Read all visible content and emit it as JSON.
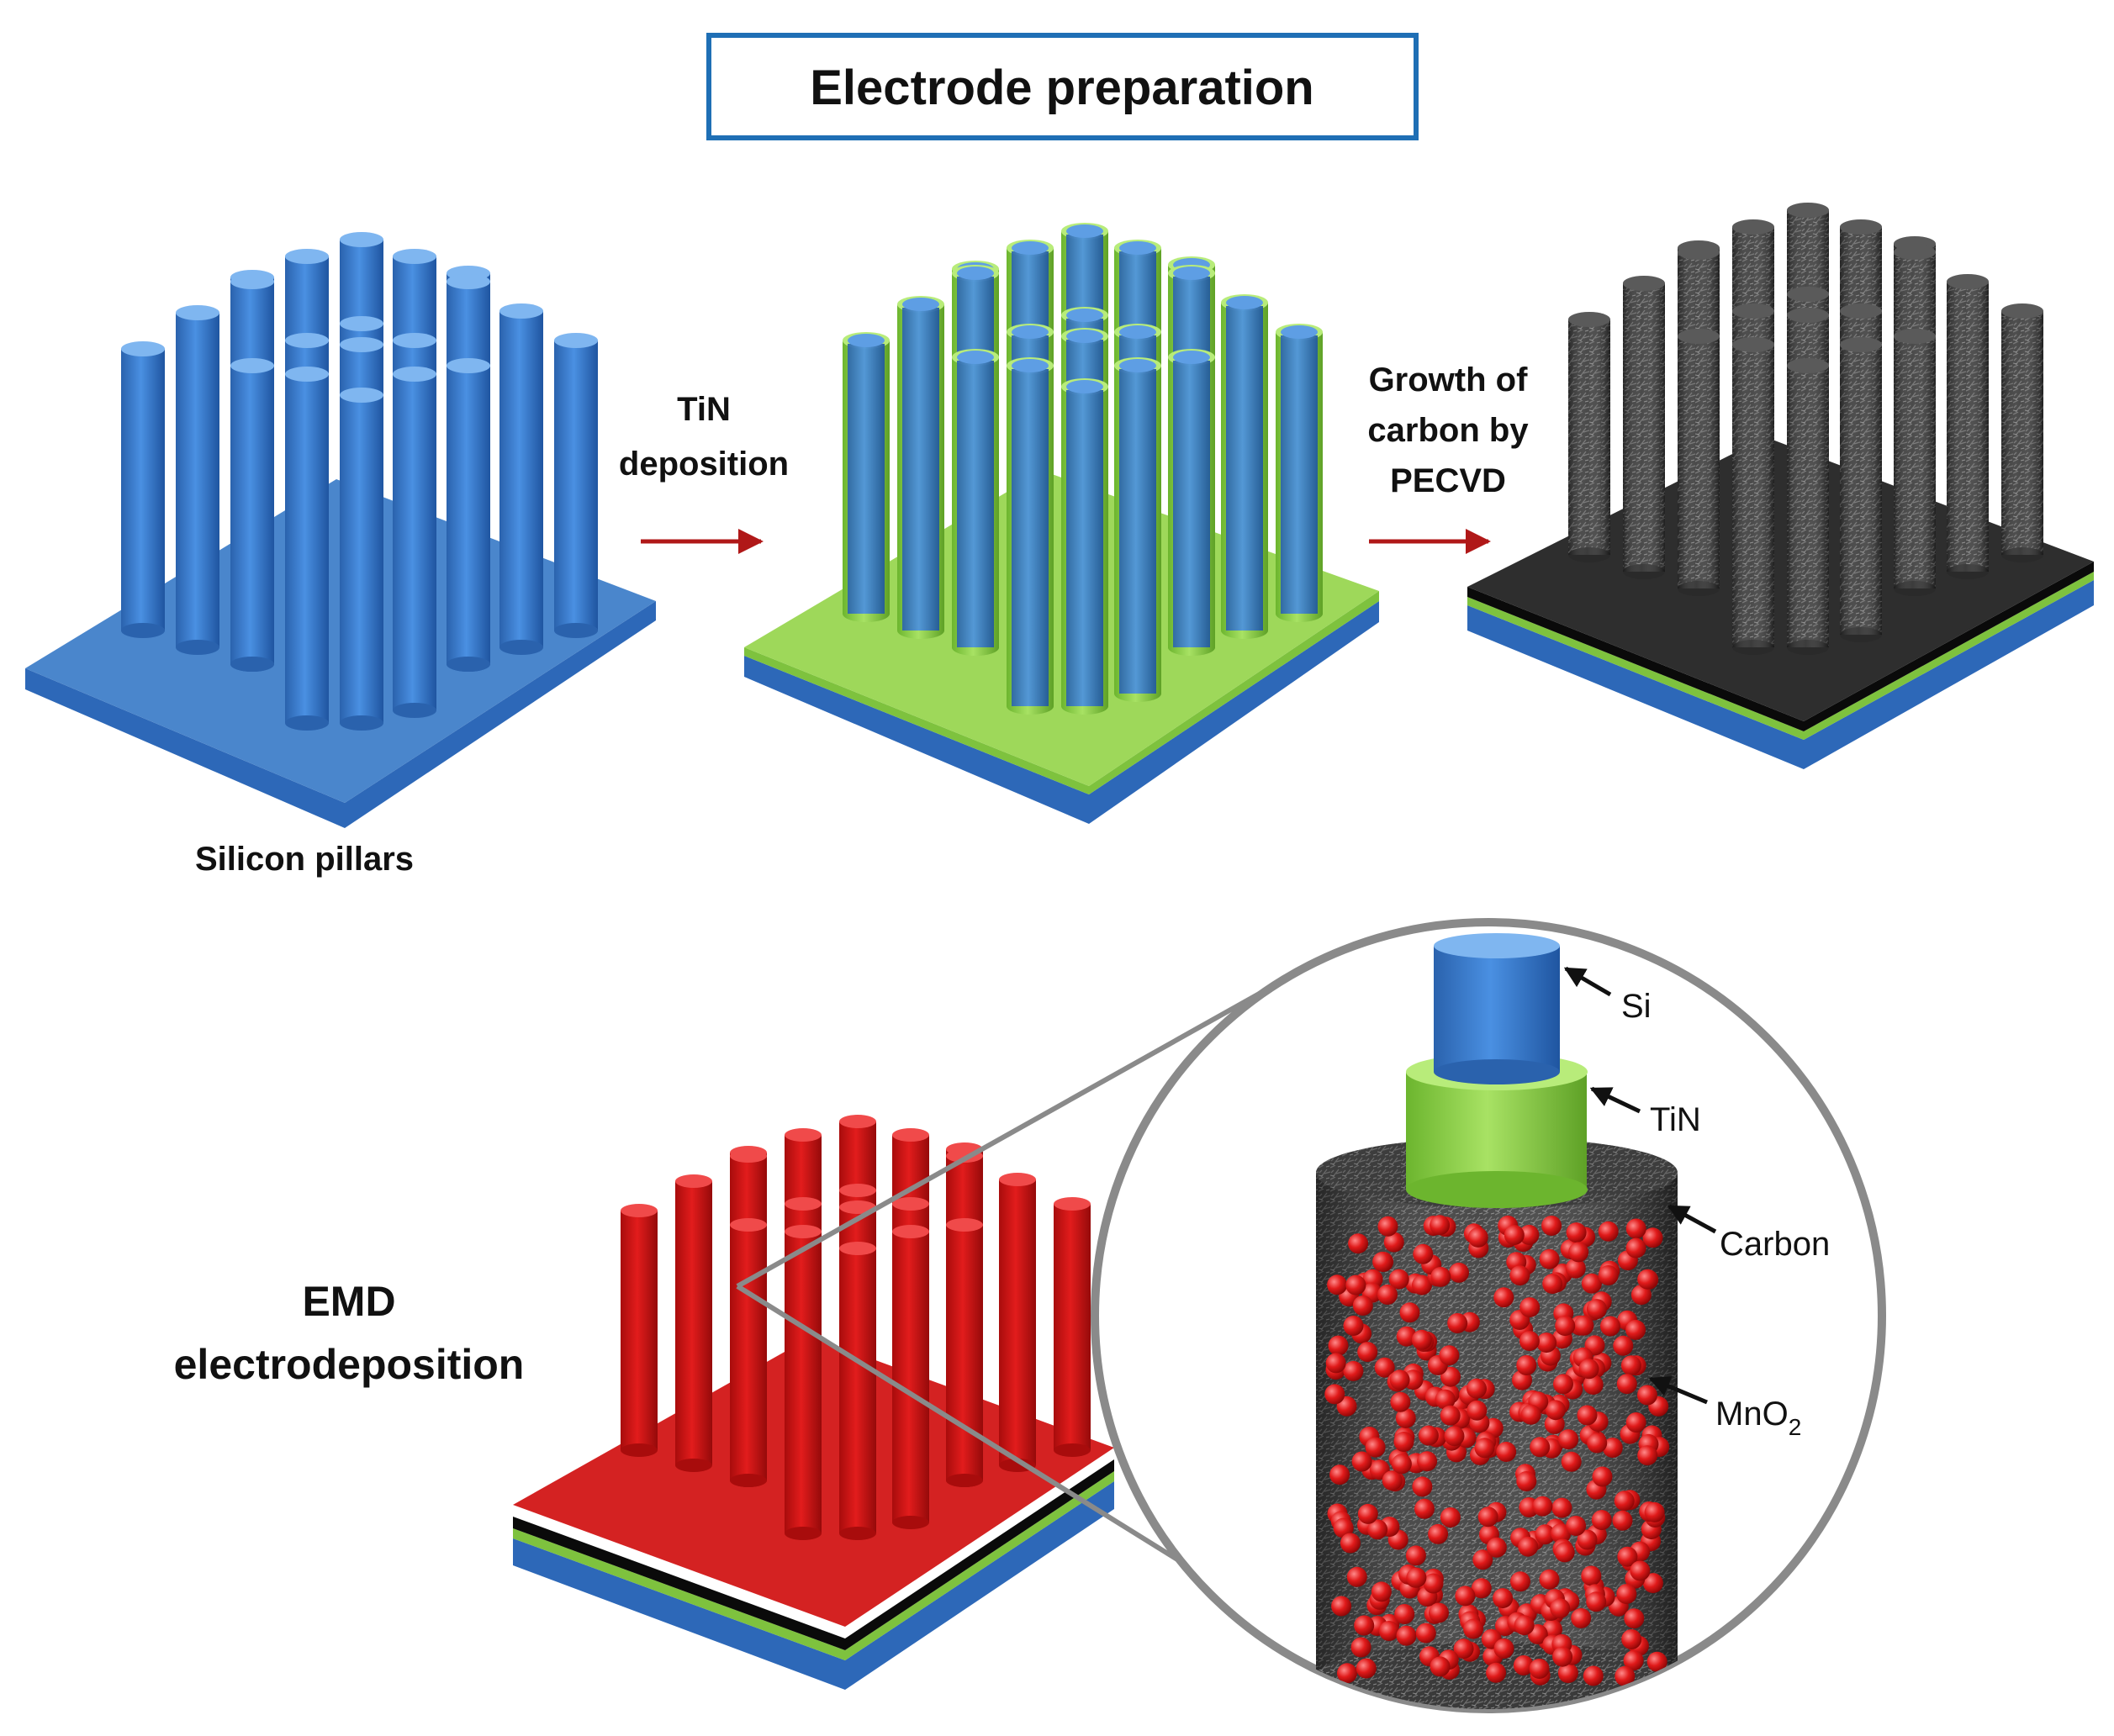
{
  "title": "Electrode preparation",
  "stages": [
    {
      "id": "silicon",
      "caption": "Silicon pillars"
    },
    {
      "id": "tin"
    },
    {
      "id": "carbon"
    },
    {
      "id": "emd"
    }
  ],
  "steps": [
    {
      "lines": [
        "TiN",
        "deposition"
      ]
    },
    {
      "lines": [
        "Growth of",
        "carbon by",
        "PECVD"
      ]
    },
    {
      "lines": [
        "EMD",
        "electrodeposition"
      ]
    }
  ],
  "detail_labels": {
    "si": "Si",
    "tin": "TiN",
    "carbon": "Carbon",
    "mno2_main": "MnO",
    "mno2_sub": "2"
  },
  "colors": {
    "title_border": "#1f6fb5",
    "silicon": "#3a7fd0",
    "tin": "#8fd04a",
    "carbon": "#3a3a3a",
    "mno2": "#d61414",
    "arrow": "#b01818",
    "callout": "#8a8a8a"
  }
}
